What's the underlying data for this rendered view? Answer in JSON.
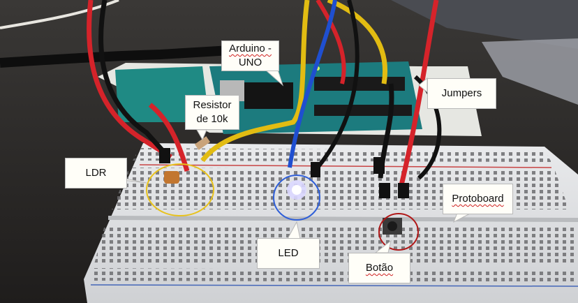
{
  "annotations": {
    "arduino": {
      "line1": "Arduino -",
      "line2": "UNO"
    },
    "resistor": {
      "line1": "Resistor",
      "line2": "de 10k"
    },
    "jumpers": "Jumpers",
    "ldr": "LDR",
    "protoboard": "Protoboard",
    "led": "LED",
    "button": "Botão"
  },
  "highlight_colors": {
    "ldr": "#e8c21c",
    "led": "#2f5fd8",
    "button": "#b01818"
  }
}
